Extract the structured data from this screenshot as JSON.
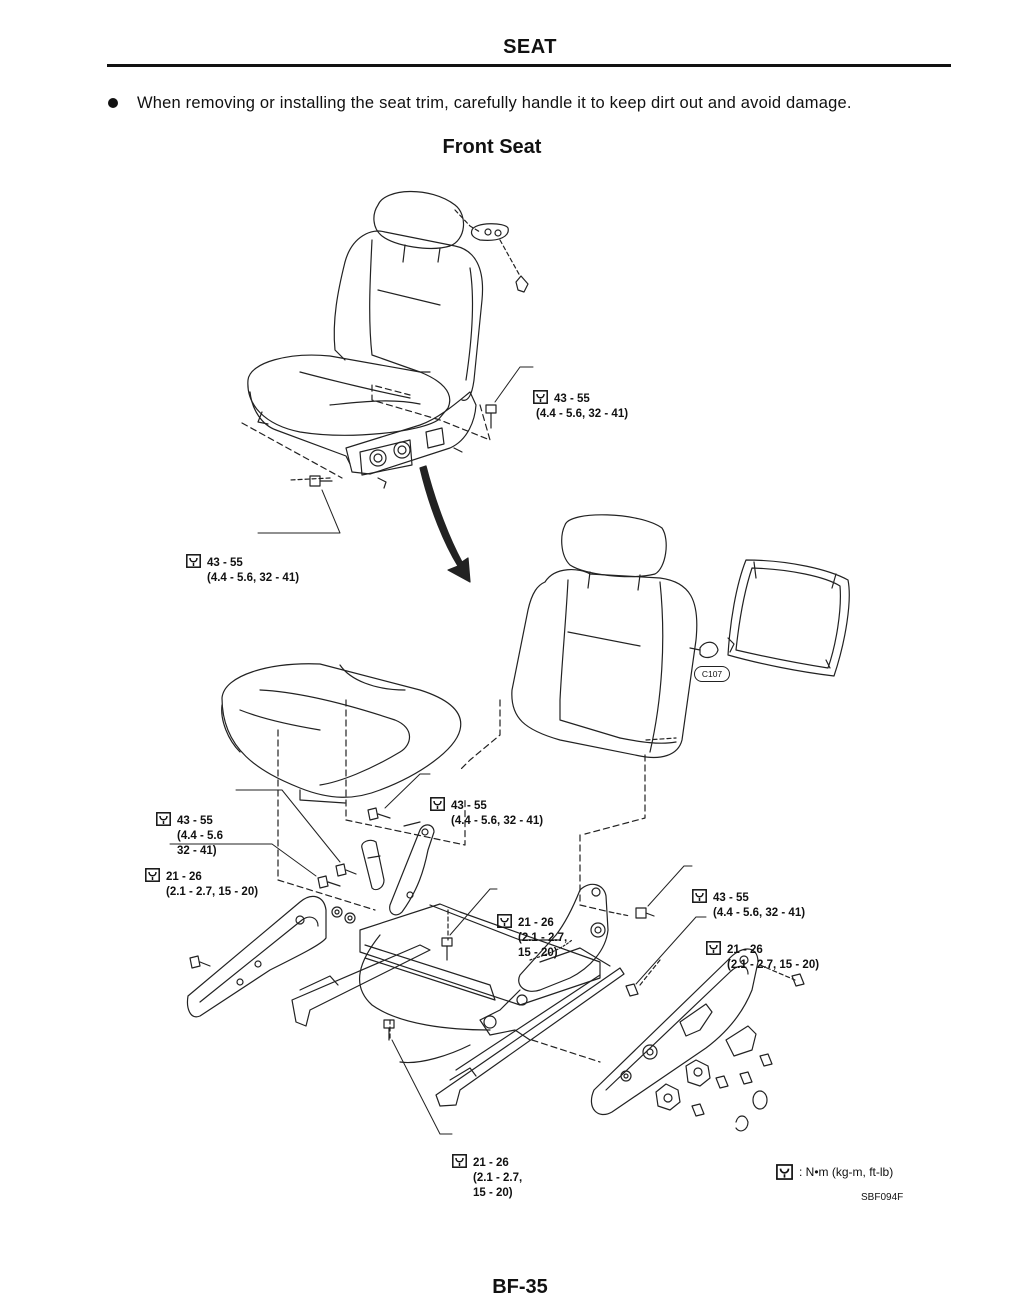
{
  "header": {
    "title": "SEAT"
  },
  "note": {
    "text": "When removing or installing the seat trim, carefully handle it to keep dirt out and avoid damage."
  },
  "section": {
    "title": "Front Seat"
  },
  "torques": {
    "t1": {
      "lines": [
        "43 - 55",
        "(4.4 - 5.6, 32 - 41)"
      ]
    },
    "t2": {
      "lines": [
        "43 - 55",
        "(4.4 - 5.6, 32 - 41)"
      ]
    },
    "t3": {
      "lines": [
        "43 - 55",
        "(4.4 - 5.6, 32 - 41)"
      ]
    },
    "t4": {
      "lines": [
        "43 - 55",
        "(4.4 - 5.6",
        "32 - 41)"
      ]
    },
    "t5": {
      "lines": [
        "21 - 26",
        "(2.1 - 2.7, 15 - 20)"
      ]
    },
    "t6": {
      "lines": [
        "21 - 26",
        "(2.1 - 2.7,",
        "15 - 20)"
      ]
    },
    "t7": {
      "lines": [
        "43 - 55",
        "(4.4 - 5.6, 32 - 41)"
      ]
    },
    "t8": {
      "lines": [
        "21 - 26",
        "(2.1 - 2.7, 15 - 20)"
      ]
    },
    "t9": {
      "lines": [
        "21 - 26",
        "(2.1 - 2.7,",
        "15 - 20)"
      ]
    }
  },
  "connector_label": "C107",
  "legend": {
    "text": ": N•m (kg-m, ft-lb)"
  },
  "figure_code": "SBF094F",
  "page_number": "BF-35",
  "icons": {
    "torque": "torque-wrench-icon"
  }
}
